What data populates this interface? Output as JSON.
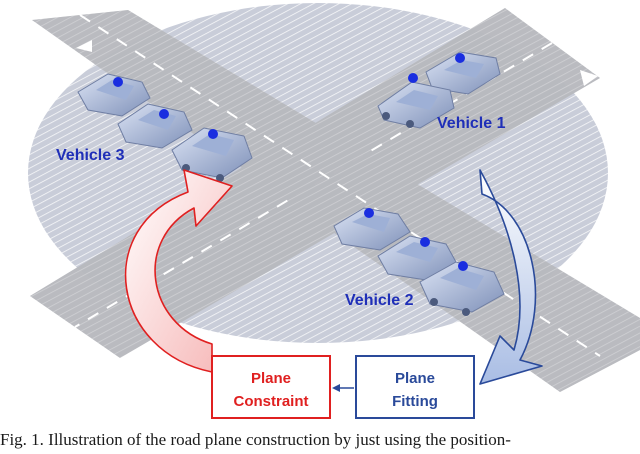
{
  "vehicles": [
    {
      "label": "Vehicle 1"
    },
    {
      "label": "Vehicle 2"
    },
    {
      "label": "Vehicle 3"
    }
  ],
  "boxes": {
    "constraint": {
      "line1": "Plane",
      "line2": "Constraint"
    },
    "fitting": {
      "line1": "Plane",
      "line2": "Fitting"
    }
  },
  "caption": "Fig. 1.  Illustration of the road plane construction by just using the position-",
  "colors": {
    "vehicle_label": "#1f2fb8",
    "position_dot": "#1a2ee0",
    "constraint_red": "#e02020",
    "fitting_blue": "#2a4a9a",
    "road_gray": "#bfbfbf",
    "plane_ellipse": "#c8ccd8"
  }
}
